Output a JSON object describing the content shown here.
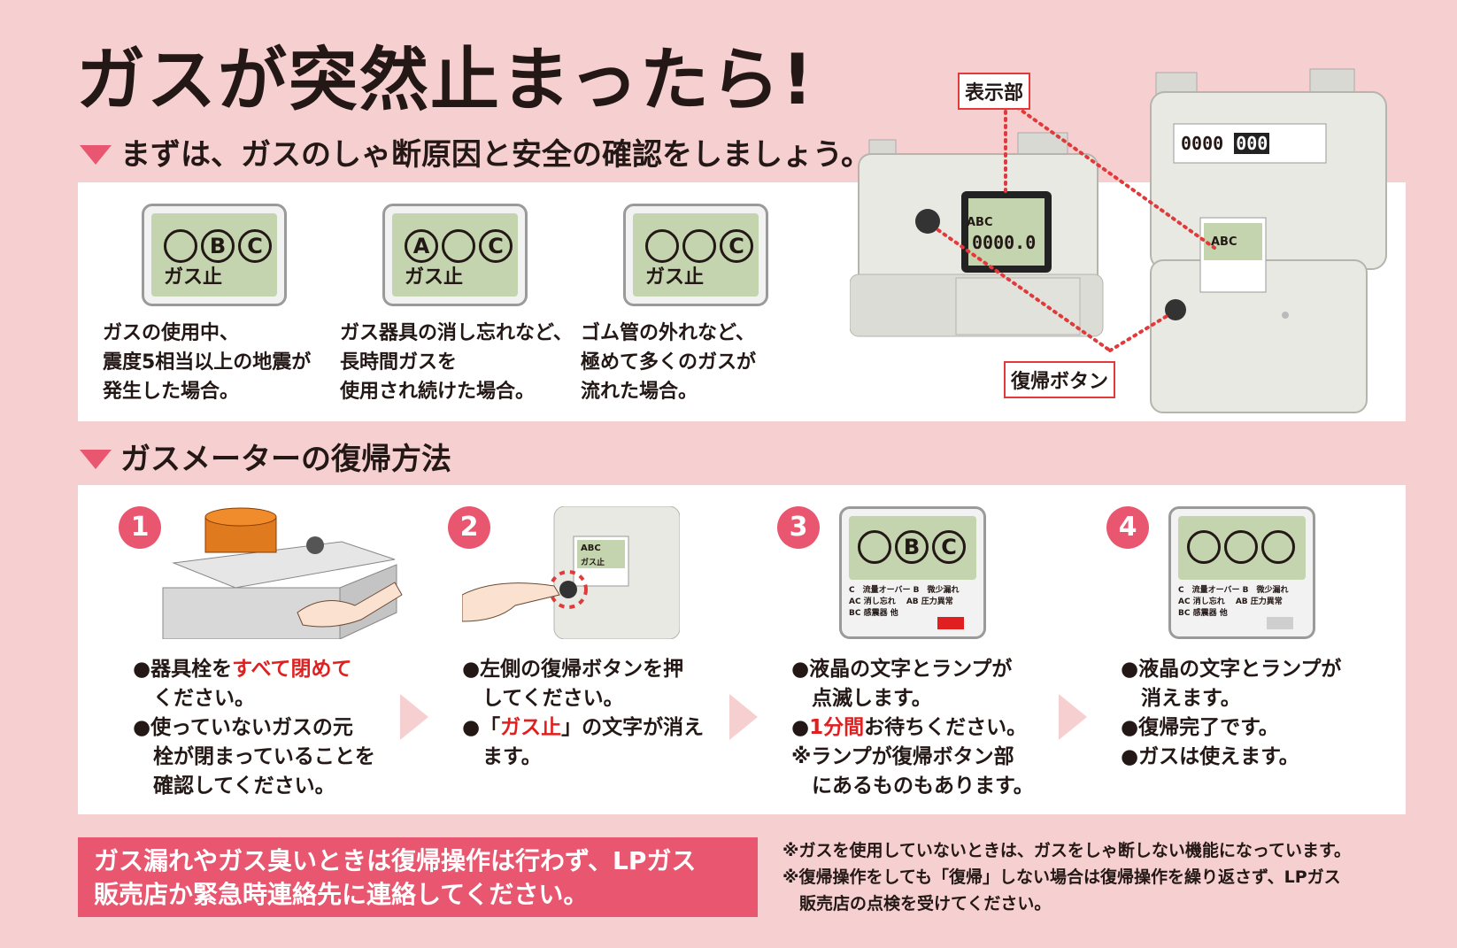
{
  "title": "ガスが突然止まったら!",
  "section1": {
    "heading": "まずは、ガスのしゃ断原因と安全の確認をしましょう。",
    "cases": [
      {
        "symbols": [
          "",
          "B",
          "C"
        ],
        "lcd_label": "ガス止",
        "lines": [
          "ガスの使用中、",
          "震度5相当以上の地震が",
          "発生した場合。"
        ]
      },
      {
        "symbols": [
          "A",
          "",
          "C"
        ],
        "lcd_label": "ガス止",
        "lines": [
          "ガス器具の消し忘れなど、",
          "長時間ガスを",
          "使用され続けた場合。"
        ]
      },
      {
        "symbols": [
          "",
          "",
          "C"
        ],
        "lcd_label": "ガス止",
        "lines": [
          "ゴム管の外れなど、",
          "極めて多くのガスが",
          "流れた場合。"
        ]
      }
    ],
    "meter": {
      "display_callout": "表示部",
      "button_callout": "復帰ボタン",
      "left_meter_reading": "0000.0",
      "left_meter_symbols": "ABC",
      "right_meter_reading": [
        "0000",
        "000"
      ],
      "right_meter_symbols": "ABC"
    }
  },
  "section2": {
    "heading": "ガスメーターの復帰方法",
    "steps": [
      {
        "number": "1",
        "lines": [
          {
            "pre": "●器具栓を",
            "hl": "すべて閉めて",
            "post": ""
          },
          {
            "pre": "　ください。",
            "hl": "",
            "post": ""
          },
          {
            "pre": "●使っていないガスの元",
            "hl": "",
            "post": ""
          },
          {
            "pre": "　栓が閉まっていることを",
            "hl": "",
            "post": ""
          },
          {
            "pre": "　確認してください。",
            "hl": "",
            "post": ""
          }
        ]
      },
      {
        "number": "2",
        "small_symbols": "ABC",
        "small_label": "ガス止",
        "lines": [
          {
            "pre": "●左側の復帰ボタンを押",
            "hl": "",
            "post": ""
          },
          {
            "pre": "　してください。",
            "hl": "",
            "post": ""
          },
          {
            "pre": "●「",
            "hl": "ガス止",
            "post": "」の文字が消え"
          },
          {
            "pre": "　ます。",
            "hl": "",
            "post": ""
          }
        ]
      },
      {
        "number": "3",
        "symbols": [
          "",
          "B",
          "C"
        ],
        "legend": [
          "C　流量オーバー B　微少漏れ",
          "AC 消し忘れ　 AB 圧力異常",
          "BC 感震器 他"
        ],
        "lines": [
          {
            "pre": "●液晶の文字とランプが",
            "hl": "",
            "post": ""
          },
          {
            "pre": "　点滅します。",
            "hl": "",
            "post": ""
          },
          {
            "pre": "●",
            "hl": "1分間",
            "post": "お待ちください。"
          },
          {
            "pre": "※ランプが復帰ボタン部",
            "hl": "",
            "post": ""
          },
          {
            "pre": "　にあるものもあります。",
            "hl": "",
            "post": ""
          }
        ]
      },
      {
        "number": "4",
        "symbols": [
          "",
          "",
          ""
        ],
        "legend": [
          "C　流量オーバー B　微少漏れ",
          "AC 消し忘れ　 AB 圧力異常",
          "BC 感震器 他"
        ],
        "lines": [
          {
            "pre": "●液晶の文字とランプが",
            "hl": "",
            "post": ""
          },
          {
            "pre": "　消えます。",
            "hl": "",
            "post": ""
          },
          {
            "pre": "●復帰完了です。",
            "hl": "",
            "post": ""
          },
          {
            "pre": "●ガスは使えます。",
            "hl": "",
            "post": ""
          }
        ]
      }
    ]
  },
  "warning": [
    "ガス漏れやガス臭いときは復帰操作は行わず、LPガス",
    "販売店か緊急時連絡先に連絡してください。"
  ],
  "notes": [
    "※ガスを使用していないときは、ガスをしゃ断しない機能になっています。",
    "※復帰操作をしても「復帰」しない場合は復帰操作を繰り返さず、LPガス",
    "　販売店の点検を受けてください。"
  ],
  "colors": {
    "background": "#f6cfd1",
    "accent": "#e8576f",
    "highlight": "#e02020",
    "lcd": "#c3d4ae"
  }
}
